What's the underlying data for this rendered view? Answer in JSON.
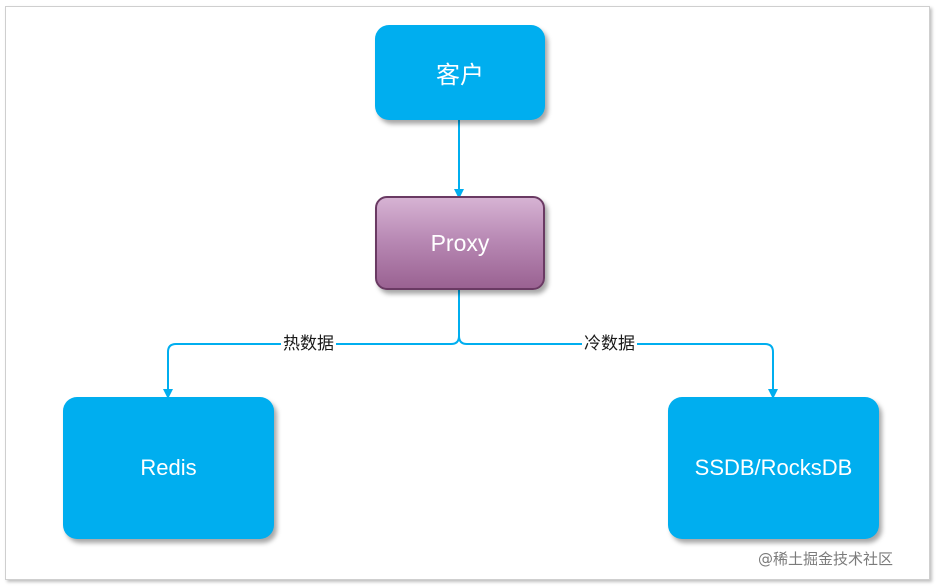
{
  "nodes": {
    "client": "客户",
    "proxy": "Proxy",
    "redis": "Redis",
    "ssdb": "SSDB/RocksDB"
  },
  "edges": {
    "hot_label": "热数据",
    "cold_label": "冷数据"
  },
  "watermark": "@稀土掘金技术社区",
  "colors": {
    "node_blue": "#00aeef",
    "proxy_purple": "#9a6292",
    "edge": "#00aeef"
  }
}
